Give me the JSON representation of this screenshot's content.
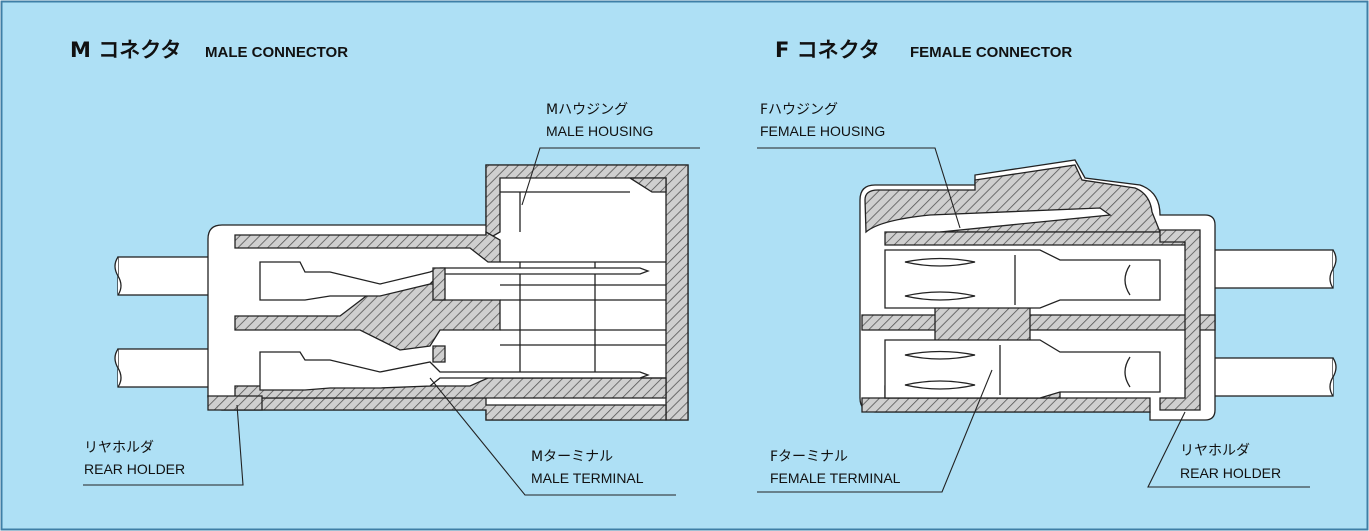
{
  "male": {
    "title_jp": "M コネクタ",
    "title_en": "MALE CONNECTOR",
    "housing_jp": "Mハウジング",
    "housing_en": "MALE HOUSING",
    "terminal_jp": "Mターミナル",
    "terminal_en": "MALE TERMINAL",
    "rear_jp": "リヤホルダ",
    "rear_en": "REAR HOLDER"
  },
  "female": {
    "title_jp": "F コネクタ",
    "title_en": "FEMALE CONNECTOR",
    "housing_jp": "Fハウジング",
    "housing_en": "FEMALE HOUSING",
    "terminal_jp": "Fターミナル",
    "terminal_en": "FEMALE TERMINAL",
    "rear_jp": "リヤホルダ",
    "rear_en": "REAR HOLDER"
  },
  "colors": {
    "background": "#aee0f5",
    "frame": "#3f7fa6",
    "part_fill": "#ffffff",
    "hatch": "#888888",
    "line": "#222222"
  }
}
